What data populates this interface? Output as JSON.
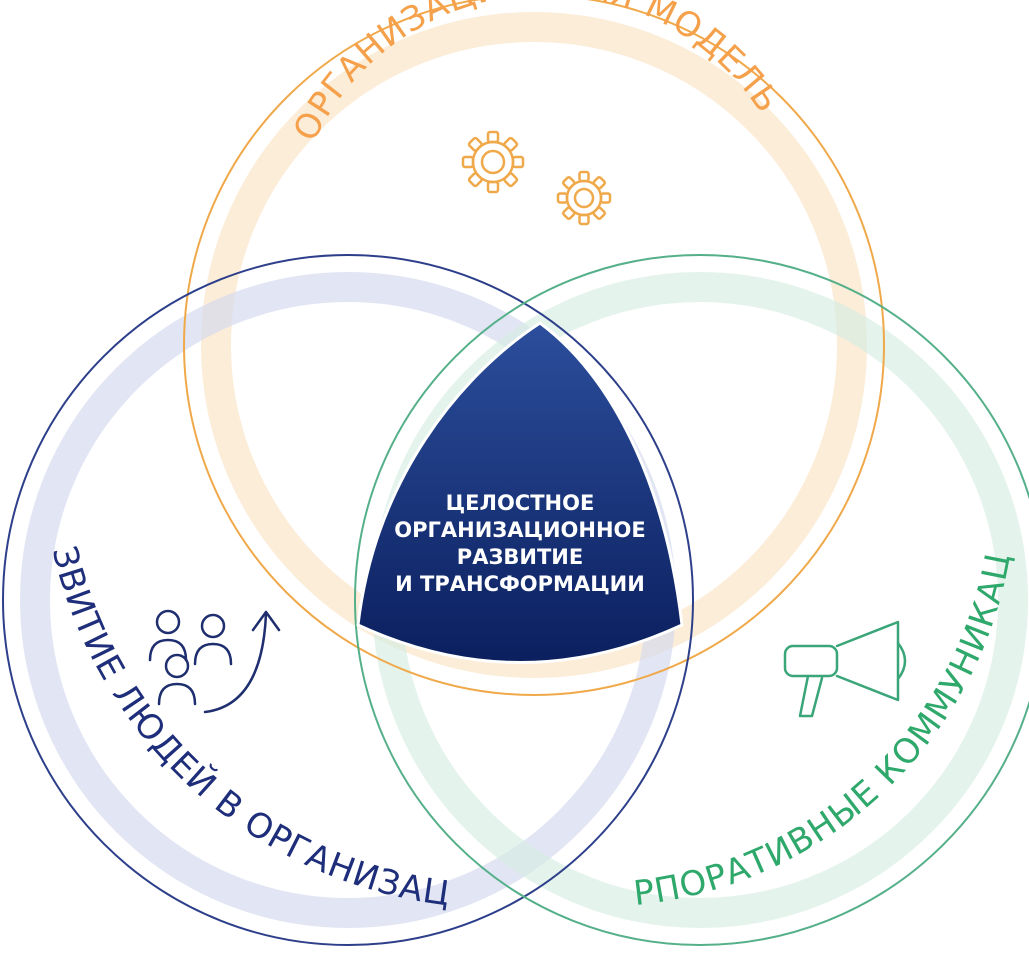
{
  "circles": {
    "top": {
      "label": "ОРГАНИЗАЦИОННАЯ МОДЕЛЬ",
      "icon": "gears-icon",
      "ring_color": "#fbe3c5",
      "outline_color": "#f0a94a",
      "icon_color": "#f0a94a",
      "text_color": "#f5a04a"
    },
    "left": {
      "label": "РАЗВИТИЕ ЛЮДЕЙ В ОРГАНИЗАЦИИ",
      "icon": "people-growth-icon",
      "ring_color": "#d3d9ee",
      "outline_color": "#2d3f8a",
      "icon_color": "#1e2e6e",
      "text_color": "#1e2e7a"
    },
    "right": {
      "label": "КОРПОРАТИВНЫЕ КОММУНИКАЦИИ",
      "icon": "megaphone-icon",
      "ring_color": "#d6ede2",
      "outline_color": "#55b08a",
      "icon_color": "#3aa578",
      "text_color": "#2fa86c"
    }
  },
  "center": {
    "lines": [
      "ЦЕЛОСТНОЕ",
      "ОРГАНИЗАЦИОННОЕ",
      "РАЗВИТИЕ",
      "И ТРАНСФОРМАЦИИ"
    ],
    "fill_top": "#2c4e9c",
    "fill_bottom": "#0b1f5e"
  }
}
